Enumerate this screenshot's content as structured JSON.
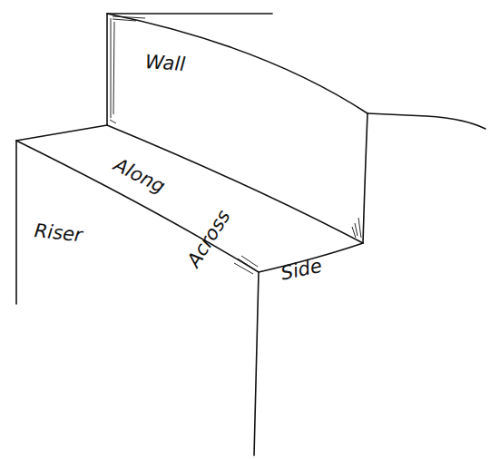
{
  "diagram": {
    "labels": [
      "Wall",
      "Along",
      "Across",
      "Riser",
      "Side"
    ]
  }
}
